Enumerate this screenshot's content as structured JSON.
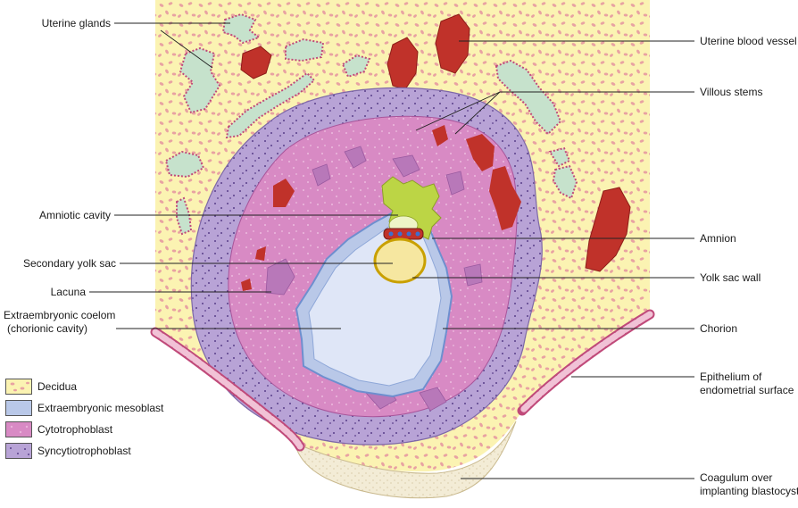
{
  "labels_left": {
    "uterine_glands": "Uterine glands",
    "amniotic_cavity": "Amniotic cavity",
    "secondary_yolk_sac": "Secondary yolk sac",
    "lacuna": "Lacuna",
    "extraembryonic_coelom_1": "Extraembryonic coelom",
    "extraembryonic_coelom_2": "(chorionic cavity)"
  },
  "labels_right": {
    "uterine_blood_vessel": "Uterine blood vessel",
    "villous_stems": "Villous stems",
    "amnion": "Amnion",
    "yolk_sac_wall": "Yolk sac wall",
    "chorion": "Chorion",
    "epithelium_1": "Epithelium of",
    "epithelium_2": "endometrial surface",
    "coagulum_1": "Coagulum over",
    "coagulum_2": "implanting blastocyst"
  },
  "legend": [
    {
      "label": "Decidua",
      "color": "#fbf3b2"
    },
    {
      "label": "Extraembryonic mesoblast",
      "color": "#b9c8e8"
    },
    {
      "label": "Cytotrophoblast",
      "color": "#d88ac4"
    },
    {
      "label": "Syncytiotrophoblast",
      "color": "#b8a3d6"
    }
  ],
  "colors": {
    "decidua": "#fbf3b2",
    "decidua_cell": "#e8a2a2",
    "blood_vessel": "#c0322a",
    "gland_fill": "#c6e2cc",
    "gland_border": "#c04a7a",
    "syncytio": "#b8a3d6",
    "cyto": "#d88ac4",
    "mesoblast": "#b9c8e8",
    "coelom": "#dfe6f7",
    "yolk_sac": "#f6e7a0",
    "amnion_green": "#bcd545",
    "coagulum": "#f3ecd6"
  }
}
